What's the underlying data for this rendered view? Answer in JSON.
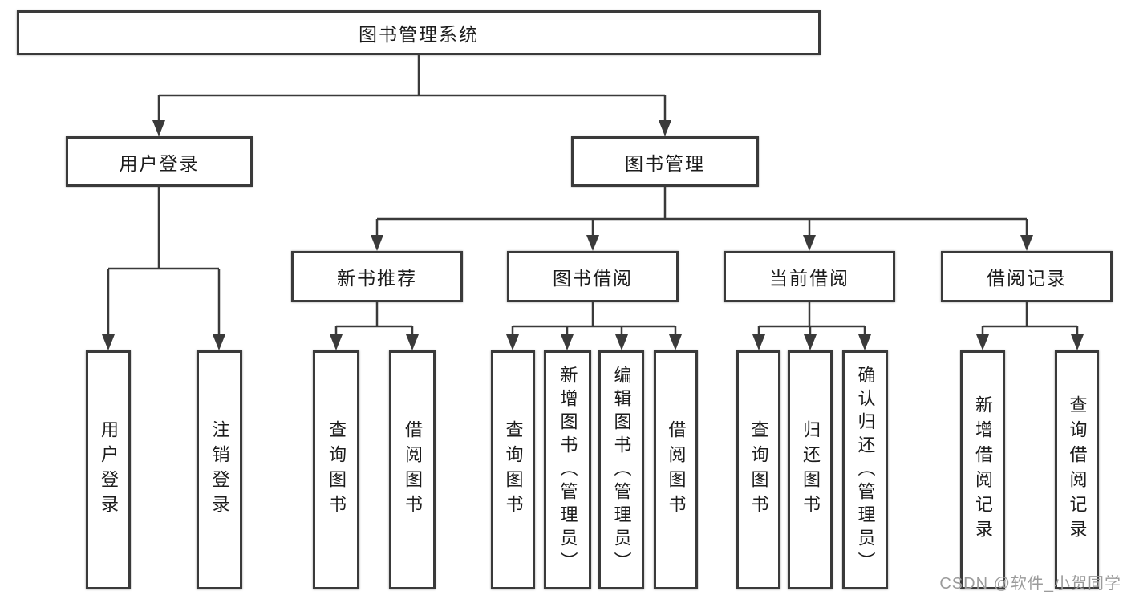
{
  "diagram": {
    "root_label": "图书管理系统",
    "user_login": {
      "label": "用户登录",
      "children": [
        "用户登录",
        "注销登录"
      ]
    },
    "book_mgmt": {
      "label": "图书管理",
      "new_book_rec": {
        "label": "新书推荐",
        "children": [
          "查询图书",
          "借阅图书"
        ]
      },
      "book_borrow": {
        "label": "图书借阅",
        "children": [
          "查询图书",
          "新增图书（管理员）",
          "编辑图书（管理员）",
          "借阅图书"
        ]
      },
      "current_borrow": {
        "label": "当前借阅",
        "children": [
          "查询图书",
          "归还图书",
          "确认归还（管理员）"
        ]
      },
      "borrow_records": {
        "label": "借阅记录",
        "children": [
          "新增借阅记录",
          "查询借阅记录"
        ]
      }
    }
  },
  "watermark": "CSDN @软件_小贺同学",
  "colors": {
    "line": "#3a3a3a",
    "box_border": "#3a3a3a",
    "box_fill": "#ffffff",
    "text": "#1c1c1c",
    "watermark": "#9b9b9b",
    "background": "#ffffff"
  }
}
